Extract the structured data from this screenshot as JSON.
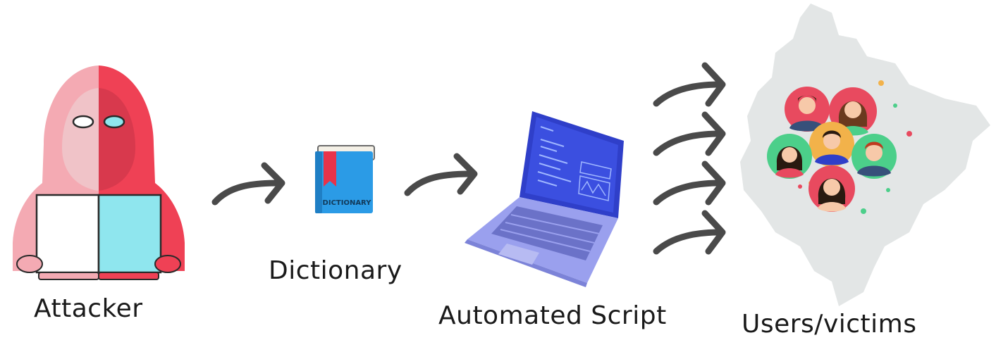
{
  "nodes": [
    {
      "id": "attacker",
      "label": "Attacker"
    },
    {
      "id": "dictionary",
      "label": "Dictionary",
      "book_text": "DICTIONARY"
    },
    {
      "id": "script",
      "label": "Automated Script"
    },
    {
      "id": "victims",
      "label": "Users/victims"
    }
  ],
  "edges": [
    {
      "from": "attacker",
      "to": "dictionary"
    },
    {
      "from": "dictionary",
      "to": "script"
    },
    {
      "from": "script",
      "to": "victims",
      "count": 4
    }
  ],
  "colors": {
    "hood_light": "#f4aab3",
    "hood_dark": "#ef4155",
    "screen_white": "#ffffff",
    "screen_cyan": "#8fe6ee",
    "arrow": "#4a4a4a",
    "book_blue": "#2b9be6",
    "book_ribbon": "#e8334a",
    "laptop_screen": "#2f3fc9",
    "laptop_body": "#9aa0ee",
    "map_gray": "#e3e6e6"
  }
}
